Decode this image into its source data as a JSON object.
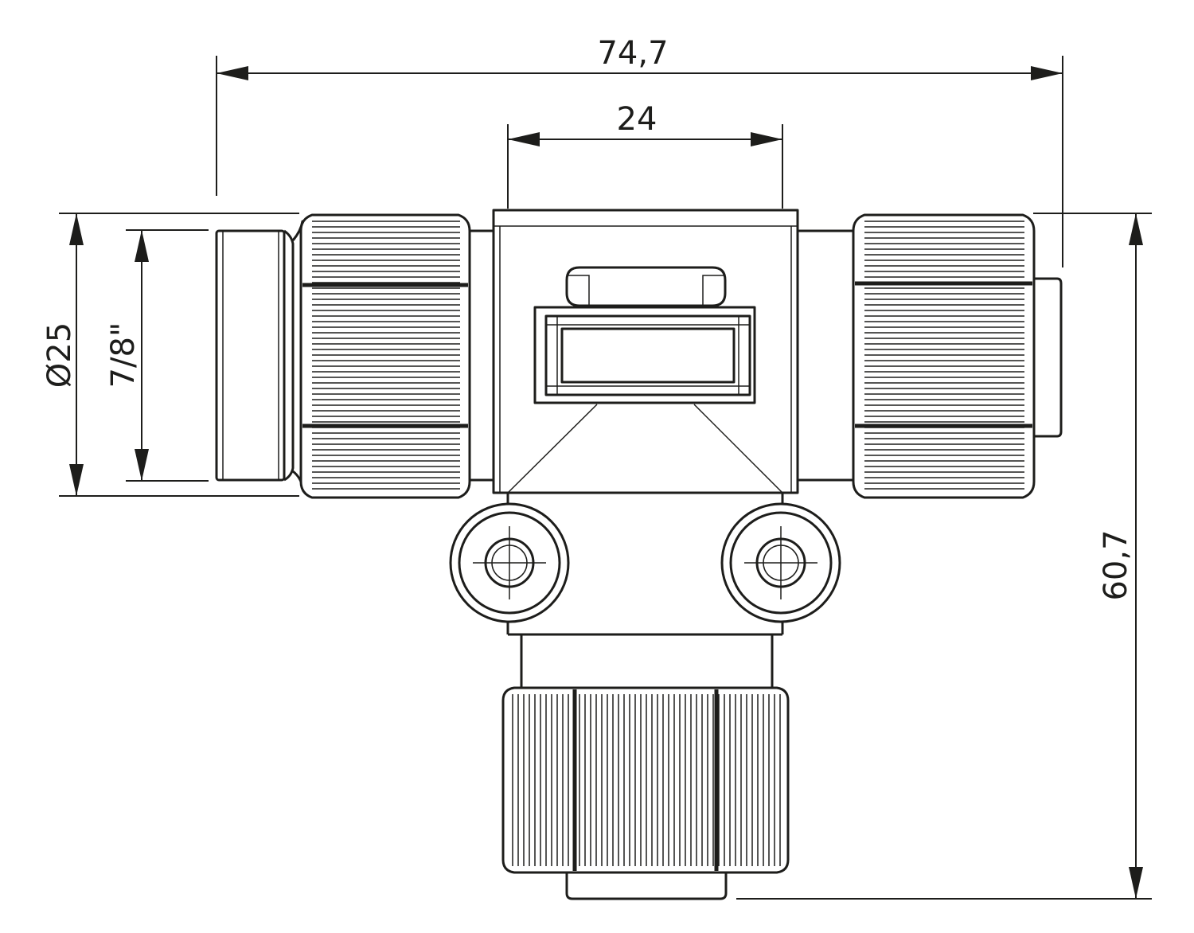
{
  "dimensions": {
    "overall_width": "74,7",
    "body_width": "24",
    "outer_diameter": "Ø25",
    "thread_size": "7/8\"",
    "overall_height": "60,7"
  },
  "colors": {
    "line": "#1d1d1b",
    "background": "#ffffff"
  }
}
